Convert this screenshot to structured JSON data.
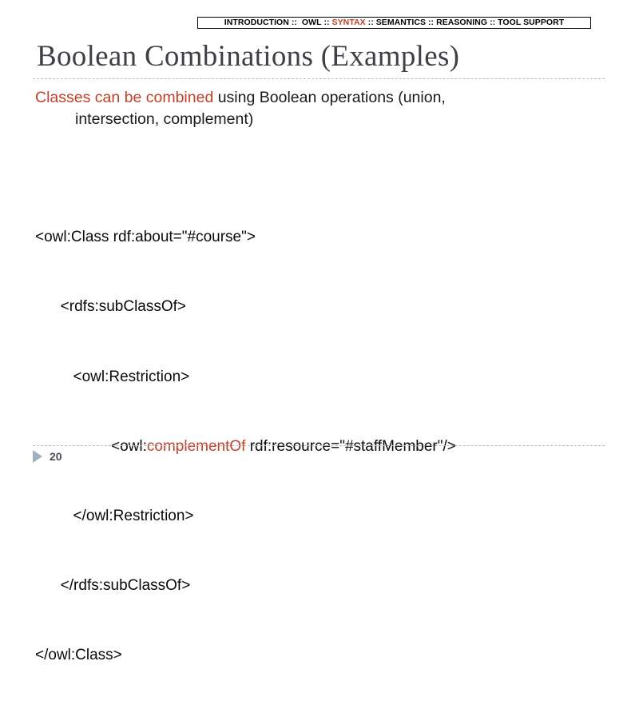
{
  "nav": {
    "items": [
      {
        "label": "INTRODUCTION",
        "active": false
      },
      {
        "label": "OWL",
        "active": false
      },
      {
        "label": "SYNTAX",
        "active": true
      },
      {
        "label": "SEMANTICS",
        "active": false
      },
      {
        "label": "REASONING",
        "active": false
      },
      {
        "label": "TOOL SUPPORT",
        "active": false
      }
    ],
    "separator": " :: ",
    "full_text": "INTRODUCTION ::  OWL :: SYNTAX :: SEMANTICS :: REASONING :: TOOL SUPPORT"
  },
  "title": "Boolean Combinations (Examples)",
  "body": {
    "highlight": "Classes can be combined",
    "rest": " using Boolean operations (union,",
    "continuation": "intersection, complement)"
  },
  "code": {
    "line1": "<owl:Class rdf:about=\"#course\">",
    "line2": "      <rdfs:subClassOf>",
    "line3": "         <owl:Restriction>",
    "line4_pre": "                  <owl:",
    "line4_hl": "complementOf",
    "line4_post": " rdf:resource=\"#staffMember\"/>",
    "line5": "         </owl:Restriction>",
    "line6": "      </rdfs:subClassOf>",
    "line7": "</owl:Class>"
  },
  "footer": {
    "page_number": "20",
    "bullet_icon": "triangle-right-icon"
  },
  "colors": {
    "accent": "#C0412A",
    "title": "#3F3F46",
    "rule": "#B9BCC2",
    "bullet": "#9FB1C9",
    "page_number": "#4A4A52"
  }
}
